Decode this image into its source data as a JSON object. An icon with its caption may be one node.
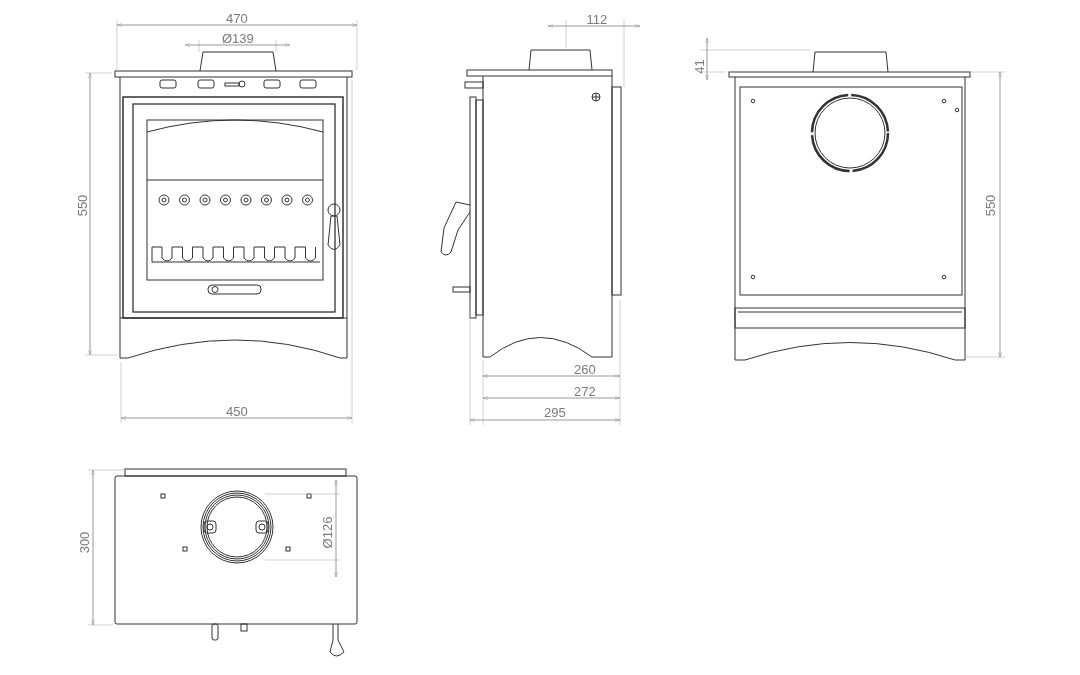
{
  "diagram": {
    "labels": [
      "470",
      "Ø139",
      "112",
      "41",
      "550",
      "550",
      "260",
      "272",
      "295",
      "450",
      "300",
      "Ø126"
    ]
  }
}
